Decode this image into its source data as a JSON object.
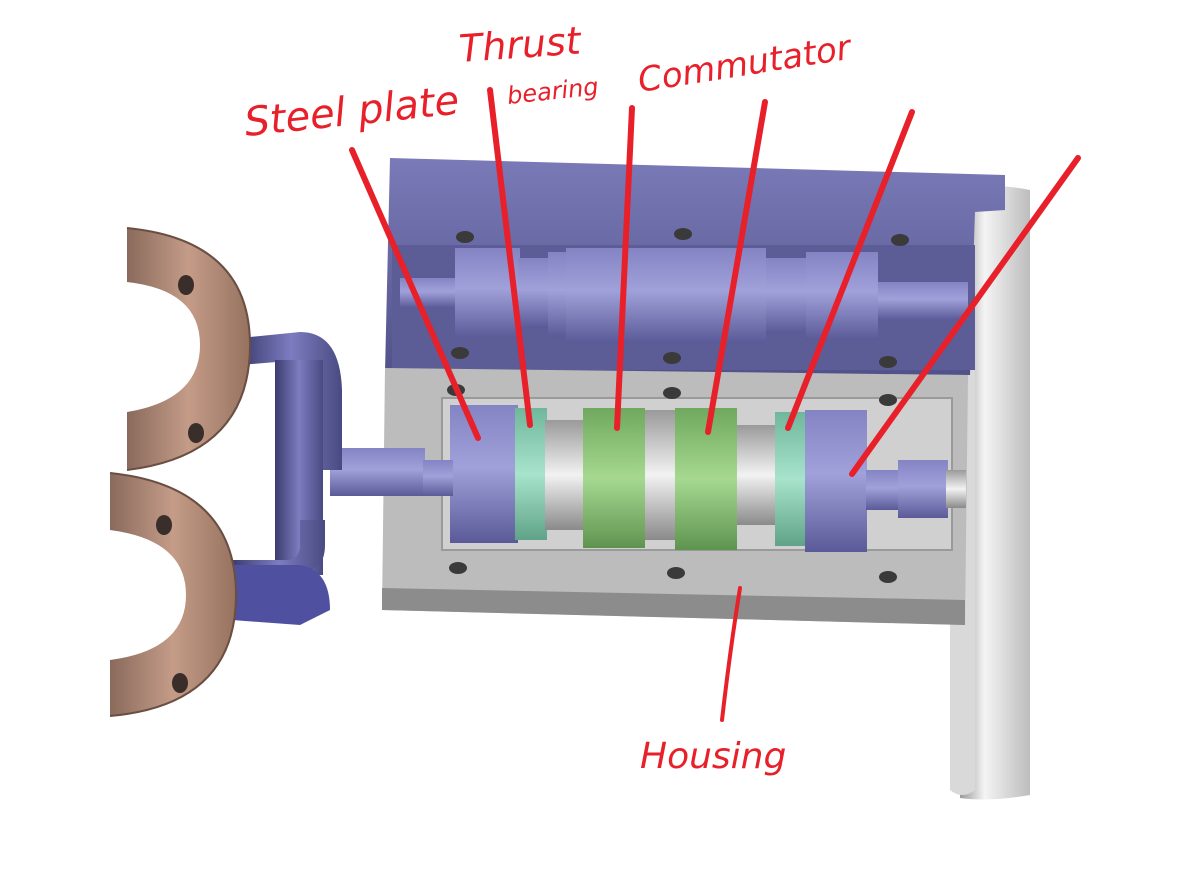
{
  "labels": {
    "steel_plate": "Steel plate",
    "thrust_line1": "Thrust",
    "thrust_line2": "bearing",
    "commutator": "Commutator",
    "housing": "Housing"
  },
  "colors": {
    "annotation": "#e8202a",
    "housing_purple": "#6e6eae",
    "housing_dark": "#4a4a80",
    "housing_gray": "#bdbdbd",
    "clamp_copper": "#b08c7a",
    "commutator_green": "#8fc47a",
    "bearing_teal": "#8ecfb7",
    "end_plate_white": "#e6e6e6"
  }
}
